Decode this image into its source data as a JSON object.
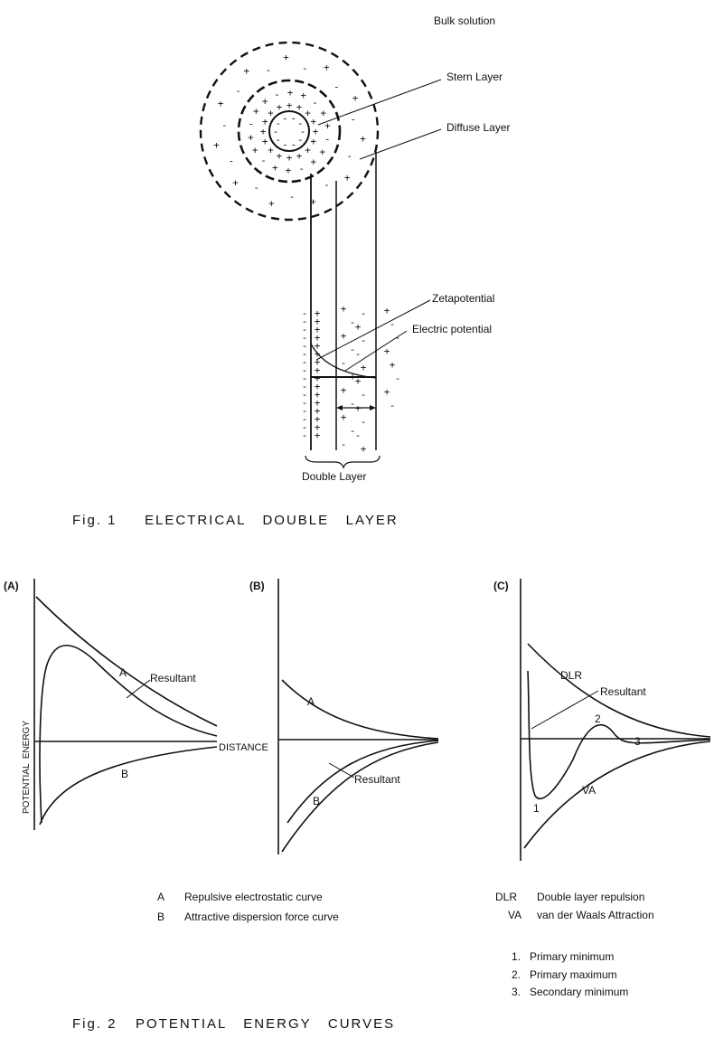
{
  "fig1": {
    "caption_num": "Fig. 1",
    "caption_title": "ELECTRICAL   DOUBLE   LAYER",
    "bulk_solution": "Bulk solution",
    "stern_layer": "Stern Layer",
    "diffuse_layer": "Diffuse Layer",
    "zetapotential": "Zetapotential",
    "electric_potential": "Electric potential",
    "double_layer": "Double Layer"
  },
  "fig2": {
    "caption_num": "Fig. 2",
    "caption_title": "POTENTIAL   ENERGY   CURVES",
    "panel_a": {
      "tag": "(A)",
      "y_axis": "POTENTIAL  ENERGY",
      "x_axis": "DISTANCE",
      "curve_a": "A",
      "curve_b": "B",
      "resultant": "Resultant"
    },
    "panel_b": {
      "tag": "(B)",
      "curve_a": "A",
      "curve_b": "B",
      "resultant": "Resultant"
    },
    "panel_c": {
      "tag": "(C)",
      "dlr": "DLR",
      "va": "VA",
      "resultant": "Resultant",
      "m1": "1",
      "m2": "2",
      "m3": "3"
    },
    "legend_ab": [
      {
        "key": "A",
        "text": "Repulsive electrostatic curve"
      },
      {
        "key": "B",
        "text": "Attractive dispersion force curve"
      }
    ],
    "legend_c": [
      {
        "key": "DLR",
        "text": "Double layer repulsion"
      },
      {
        "key": "VA",
        "text": "van der Waals Attraction"
      }
    ],
    "legend_points": [
      {
        "num": "1.",
        "text": "Primary minimum"
      },
      {
        "num": "2.",
        "text": "Primary maximum"
      },
      {
        "num": "3.",
        "text": "Secondary minimum"
      }
    ]
  }
}
